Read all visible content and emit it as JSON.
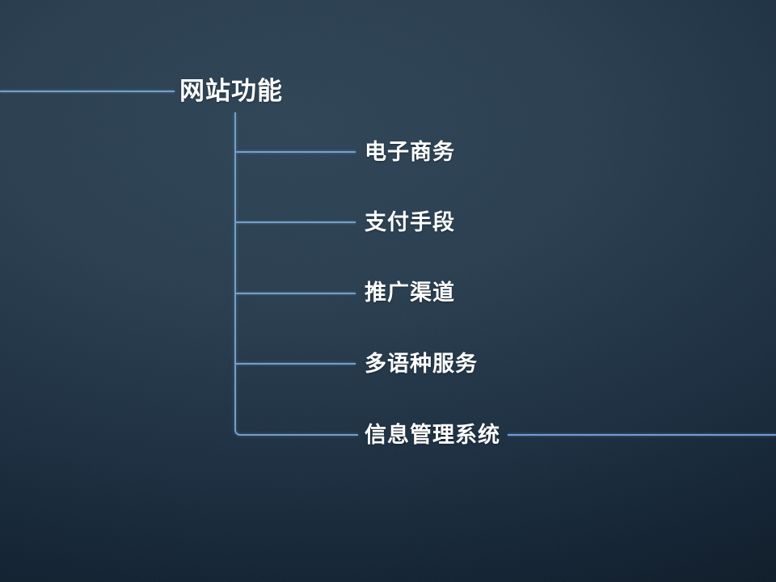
{
  "diagram": {
    "type": "tree",
    "root": {
      "label": "网站功能"
    },
    "children": [
      {
        "label": "电子商务"
      },
      {
        "label": "支付手段"
      },
      {
        "label": "推广渠道"
      },
      {
        "label": "多语种服务"
      },
      {
        "label": "信息管理系统"
      }
    ],
    "colors": {
      "background_center": "#2e4456",
      "background_edge": "#0b1622",
      "connector_line": "#74a0c8",
      "text": "#ffffff"
    }
  }
}
